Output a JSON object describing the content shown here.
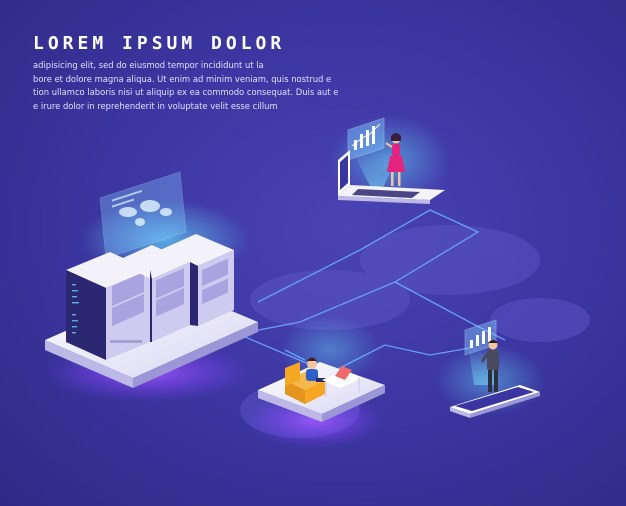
{
  "header": {
    "title": "LOREM IPSUM DOLOR",
    "lines": [
      "adipisicing elit, sed do eiusmod tempor incididunt ut la",
      "bore et dolore magna aliqua. Ut enim ad minim veniam, quis nostrud e",
      "tion ullamco laboris nisi ut aliquip ex ea commodo consequat. Duis aut e",
      "e irure dolor in reprehenderit in voluptate velit esse cillum"
    ]
  },
  "colors": {
    "background": "#3d37a3",
    "accent_cyan": "#52d6ff",
    "connection_line": "#6fa8ff",
    "server_body": "#e4e2f6",
    "server_front": "#2b2770",
    "chair": "#f5a623",
    "person_dress": "#e2247f"
  },
  "illustration": {
    "elements": [
      "server-rack-icon",
      "laptop-icon",
      "smartphone-icon",
      "desk-worker-icon",
      "hologram-chart-icon",
      "world-map-icon"
    ]
  }
}
